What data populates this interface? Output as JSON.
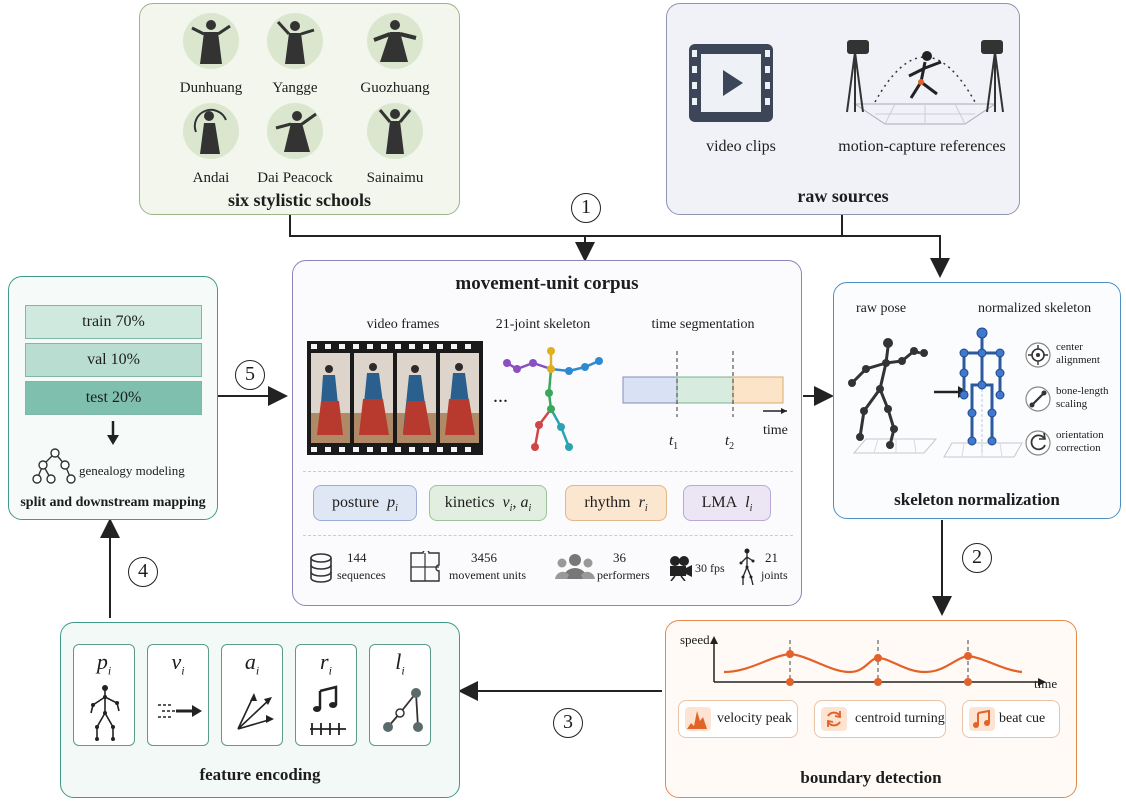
{
  "steps": [
    "1",
    "2",
    "3",
    "4",
    "5"
  ],
  "schools": {
    "title": "six stylistic schools",
    "items": [
      "Dunhuang",
      "Yangge",
      "Guozhuang",
      "Andai",
      "Dai Peacock",
      "Sainaimu"
    ]
  },
  "raw_sources": {
    "title": "raw sources",
    "video_label": "video clips",
    "mocap_label": "motion-capture references"
  },
  "corpus": {
    "title": "movement-unit corpus",
    "video_frames_label": "video frames",
    "skeleton_label": "21-joint skeleton",
    "time_seg_label": "time segmentation",
    "ellipsis": "...",
    "t1": "t",
    "t1_sub": "1",
    "t2": "t",
    "t2_sub": "2",
    "time_axis": "time",
    "chips": {
      "posture_text": "posture",
      "posture_sym": "p",
      "posture_sub": "i",
      "kinetics_text": "kinetics",
      "kinetics_v": "v",
      "kinetics_v_sub": "i",
      "kinetics_sep": ",",
      "kinetics_a": "a",
      "kinetics_a_sub": "i",
      "rhythm_text": "rhythm",
      "rhythm_sym": "r",
      "rhythm_sub": "i",
      "lma_text": "LMA",
      "lma_sym": "l",
      "lma_sub": "i"
    },
    "stats": {
      "sequences_num": "144",
      "sequences_lbl": "sequences",
      "units_num": "3456",
      "units_lbl": "movement units",
      "performers_num": "36",
      "performers_lbl": "performers",
      "fps_lbl": "30 fps",
      "joints_num": "21",
      "joints_lbl": "joints"
    }
  },
  "normalization": {
    "title": "skeleton normalization",
    "raw_pose_label": "raw pose",
    "normalized_label": "normalized skeleton",
    "ops": [
      {
        "line1": "center",
        "line2": "alignment"
      },
      {
        "line1": "bone-length",
        "line2": "scaling"
      },
      {
        "line1": "orientation",
        "line2": "correction"
      }
    ]
  },
  "boundary": {
    "title": "boundary detection",
    "y_axis": "speed",
    "x_axis": "time",
    "cues": [
      "velocity peak",
      "centroid turning",
      "beat cue"
    ]
  },
  "features": {
    "title": "feature encoding",
    "symbols": [
      {
        "sym": "p",
        "sub": "i"
      },
      {
        "sym": "v",
        "sub": "i"
      },
      {
        "sym": "a",
        "sub": "i"
      },
      {
        "sym": "r",
        "sub": "i"
      },
      {
        "sym": "l",
        "sub": "i"
      }
    ]
  },
  "split": {
    "title": "split and downstream mapping",
    "train": "train 70%",
    "val": "val 10%",
    "test": "test 20%",
    "genealogy": "genealogy modeling"
  },
  "colors": {
    "schools_bg": "#f2f6ec",
    "schools_border": "#9cb58a",
    "raw_bg": "#f1f2f7",
    "raw_border": "#8f94b0",
    "corpus_border": "#8b86b8",
    "norm_border": "#4e8fc4",
    "boundary_border": "#e58a4a",
    "feature_border": "#3f9a8a",
    "split_border": "#3f9a8a",
    "posture_bg": "#dfe7f5",
    "kinetics_bg": "#e2eedf",
    "rhythm_bg": "#fbe6cf",
    "lma_bg": "#ece6f4",
    "orange_accent": "#e2622a"
  }
}
